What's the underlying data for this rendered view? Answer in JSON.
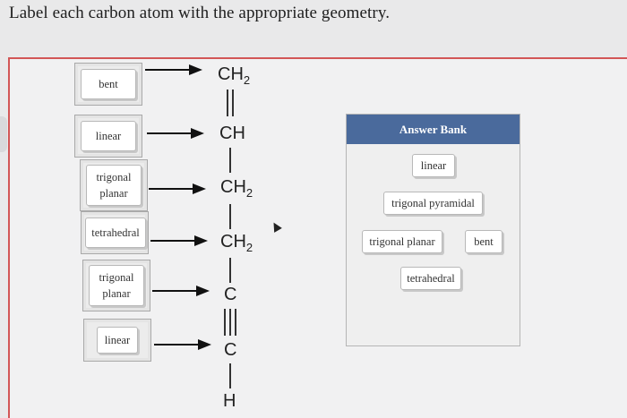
{
  "question": "Label each carbon atom with the appropriate geometry.",
  "targets": [
    {
      "label": "bent"
    },
    {
      "label": "linear"
    },
    {
      "label": "trigonal\nplanar"
    },
    {
      "label": "tetrahedral"
    },
    {
      "label": "trigonal\nplanar"
    },
    {
      "label": "linear"
    }
  ],
  "molecule": {
    "ch2_1": "CH",
    "ch2_1_sub": "2",
    "ch": "CH",
    "ch2_2": "CH",
    "ch2_2_sub": "2",
    "ch2_3": "CH",
    "ch2_3_sub": "2",
    "c1": "C",
    "c2": "C",
    "h": "H"
  },
  "answer_bank": {
    "title": "Answer Bank",
    "items": [
      "linear",
      "trigonal pyramidal",
      "trigonal planar",
      "bent",
      "tetrahedral"
    ]
  },
  "colors": {
    "header": "#4a6a9c",
    "border_accent": "#d25656"
  }
}
